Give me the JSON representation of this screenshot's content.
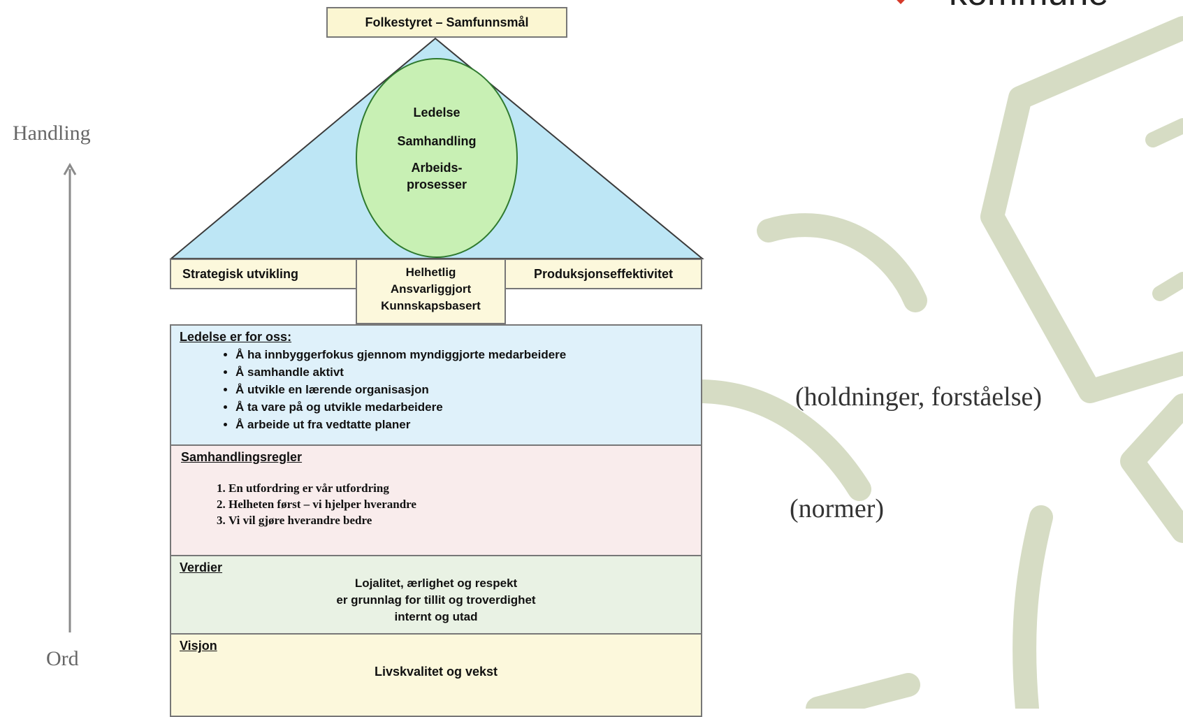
{
  "logo": {
    "text": "kommune"
  },
  "axis": {
    "top_label": "Handling",
    "bottom_label": "Ord"
  },
  "side_notes": {
    "attitudes": "(holdninger, forståelse)",
    "norms": "(normer)"
  },
  "roof": {
    "top_box": "Folkestyret – Samfunnsmål",
    "circle": {
      "line1": "Ledelse",
      "line2": "Samhandling",
      "line3": "Arbeids-",
      "line4": "prosesser"
    }
  },
  "pillars": {
    "left": "Strategisk utvikling",
    "middle": {
      "line1": "Helhetlig",
      "line2": "Ansvarliggjort",
      "line3": "Kunnskapsbasert"
    },
    "right": "Produksjonseffektivitet"
  },
  "leadership": {
    "heading": "Ledelse er for oss:",
    "items": [
      "Å ha innbyggerfokus gjennom myndiggjorte medarbeidere",
      "Å samhandle aktivt",
      "Å utvikle en lærende organisasjon",
      "Å ta vare på og utvikle medarbeidere",
      "Å arbeide ut fra vedtatte planer"
    ]
  },
  "rules": {
    "heading": "Samhandlingsregler",
    "items": [
      "En utfordring er vår utfordring",
      "Helheten først – vi hjelper hverandre",
      "Vi vil gjøre hverandre bedre"
    ]
  },
  "values": {
    "heading": "Verdier",
    "line1": "Lojalitet, ærlighet og respekt",
    "line2": "er grunnlag for tillit og troverdighet",
    "line3": "internt og utad"
  },
  "vision": {
    "heading": "Visjon",
    "text": "Livskvalitet og vekst"
  },
  "colors": {
    "roof": "#bde6f5",
    "circle": "#c8f0b4",
    "top_box": "#fbf6d2",
    "pillar": "#fcf8dc",
    "leadership": "#dff1fa",
    "rules": "#f9ecec",
    "values": "#e9f2e4",
    "vision": "#fcf8dc",
    "watermark": "#d6dcc4",
    "logo_red": "#d63a2a",
    "logo_orange": "#f0a020"
  }
}
